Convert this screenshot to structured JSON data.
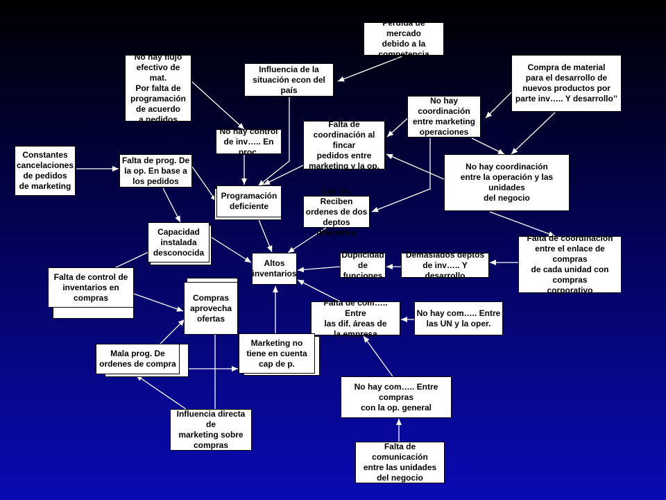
{
  "colors": {
    "background_top": "#000000",
    "background_bottom": "#0a0ab4",
    "box": "#ffffff",
    "text": "#000000",
    "arrow": "#ffffff"
  },
  "nodes": {
    "perdida_mercado": "Perdida de mercado\ndebido a la\ncompetencia",
    "no_flujo": "No hay flujo\nefectivo de mat.\nPor falta de\nprogramación\nde acuerdo\na pedidos",
    "influencia_situacion": "Influencia de la\nsituación econ del\npaís",
    "compra_material": "Compra de material\npara el desarrollo de\nnuevos productos por\nparte inv….. Y desarrollo’’",
    "coord_mkt_op": "No hay coordinación\nentre marketing\noperaciones",
    "no_control_inv": "No hay control\nde inv….. En proc.",
    "falta_coord_fincar": "Falta de\ncoordinación al fincar\npedidos entre\nmarketing y la op.",
    "constantes_cancelaciones": "Constantes\ncancelaciones\nde pedidos\nde marketing",
    "falta_prog_op": "Falta de prog. De\nla op. En base a\nlos pedidos",
    "coord_op_unidades": "No hay coordinación\nentre la operación y las unidades\ndel negocio",
    "programacion_deficiente": "Programación\ndeficiente",
    "un_reciben_ordenes": "Las un. Reciben\nordenes de dos\ndeptos diferentes",
    "capacidad_instalada": "Capacidad\ninstalada\ndesconocida",
    "falta_coord_enlace": "Falta de coordinación\nentre el enlace de compras\nde cada unidad con compras\ncorporativo",
    "altos_inventarios": "Altos\ninventarios",
    "duplicidad": "Duplicidad\nde funciones",
    "demasiados_deptos": "Demasiados deptos\nde inv….. Y desarrollo",
    "falta_control_inv": "Falta de control de\ninventarios en\ncompras",
    "compras_ofertas": "Compras\naprovecha\nofertas",
    "falta_com_areas": "Falta de com….. Entre\nlas dif. áreas de\nla empresa",
    "no_com_un_oper": "No hay com….. Entre\nlas UN y la oper.",
    "mala_prog_ordenes": "Mala prog. De\nordenes de compra",
    "marketing_no_cuenta": "Marketing no\ntiene en cuenta\ncap de p.",
    "no_com_compras_op": "No hay com….. Entre compras\ncon la op. general",
    "influencia_marketing": "Influencia directa de\nmarketing sobre\ncompras",
    "falta_com_unidades": "Falta de comunicación\nentre las unidades\ndel negocio"
  }
}
